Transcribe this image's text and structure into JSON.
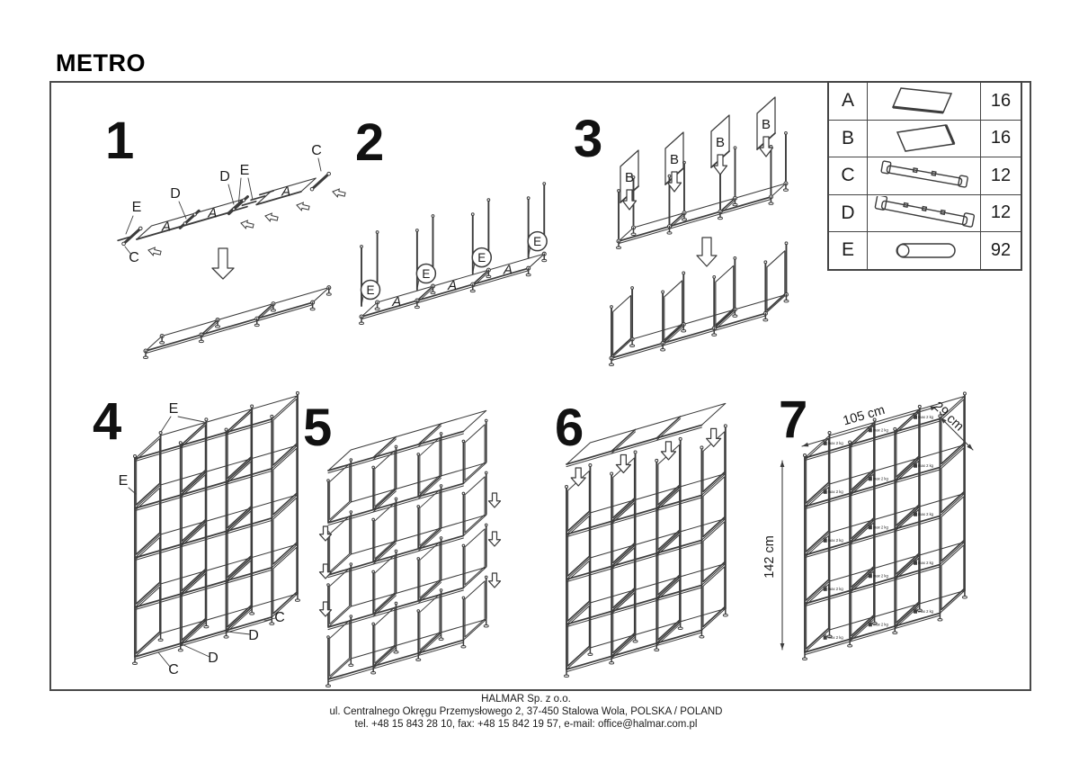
{
  "title": "METRO",
  "parts_table": {
    "rows": [
      {
        "letter": "A",
        "icon": "panel-a-icon",
        "qty": "16"
      },
      {
        "letter": "B",
        "icon": "panel-b-icon",
        "qty": "16"
      },
      {
        "letter": "C",
        "icon": "rail-c-icon",
        "qty": "12"
      },
      {
        "letter": "D",
        "icon": "rail-d-icon",
        "qty": "12"
      },
      {
        "letter": "E",
        "icon": "tube-e-icon",
        "qty": "92"
      }
    ]
  },
  "steps": [
    {
      "number": "1"
    },
    {
      "number": "2"
    },
    {
      "number": "3"
    },
    {
      "number": "4"
    },
    {
      "number": "5"
    },
    {
      "number": "6"
    },
    {
      "number": "7"
    }
  ],
  "labels": {
    "A": "A",
    "B": "B",
    "C": "C",
    "D": "D",
    "E": "E"
  },
  "dimensions": {
    "width": "105 cm",
    "depth": "29 cm",
    "height": "142 cm",
    "max_load": "max 2 kg"
  },
  "footer": {
    "line1": "HALMAR Sp. z o.o.",
    "line2": "ul. Centralnego Okręgu Przemysłowego 2, 37-450 Stalowa Wola, POLSKA / POLAND",
    "line3": "tel. +48 15 843 28 10, fax: +48 15 842 19 57, e-mail: office@halmar.com.pl"
  }
}
